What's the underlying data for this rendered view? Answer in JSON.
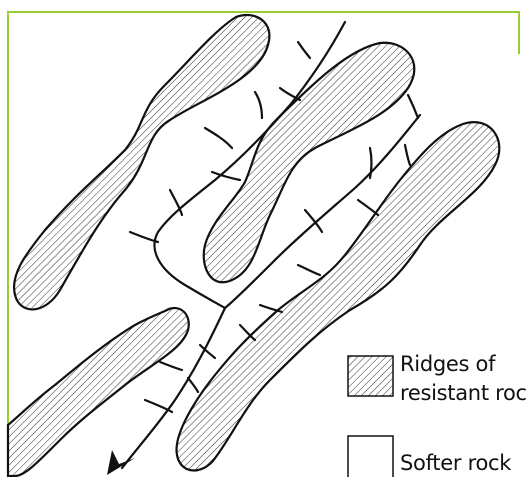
{
  "diagram": {
    "legend": {
      "ridges_label_line1": "Ridges of",
      "ridges_label_line2": "resistant rock",
      "softer_label": "Softer rock"
    },
    "colors": {
      "frame_border": "#9acd32",
      "ink": "#111111",
      "hatch": "#333333"
    }
  }
}
